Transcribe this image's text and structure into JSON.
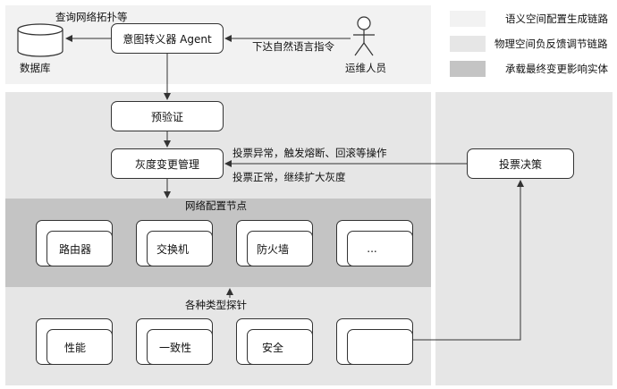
{
  "colors": {
    "semantic_band": "#f2f2f2",
    "physical_band": "#e6e6e6",
    "entity_band": "#c4c4c4",
    "line": "#333333"
  },
  "legend": [
    {
      "label": "语义空间配置生成链路",
      "color": "#f2f2f2"
    },
    {
      "label": "物理空间负反馈调节链路",
      "color": "#e6e6e6"
    },
    {
      "label": "承载最终变更影响实体",
      "color": "#c4c4c4"
    }
  ],
  "top": {
    "database_label": "数据库",
    "query_label": "查询网络拓扑等",
    "agent_label": "意图转义器 Agent",
    "command_label": "下达自然语言指令",
    "operator_label": "运维人员"
  },
  "middle": {
    "preverify_label": "预验证",
    "gray_label": "灰度变更管理",
    "vote_label": "投票决策",
    "abnormal_label": "投票异常，触发熔断、回滚等操作",
    "normal_label": "投票正常，继续扩大灰度"
  },
  "network": {
    "title": "网络配置节点",
    "nodes": [
      "路由器",
      "交换机",
      "防火墙",
      "..."
    ]
  },
  "probes": {
    "title": "各种类型探针",
    "nodes": [
      "性能",
      "一致性",
      "安全",
      ""
    ]
  }
}
